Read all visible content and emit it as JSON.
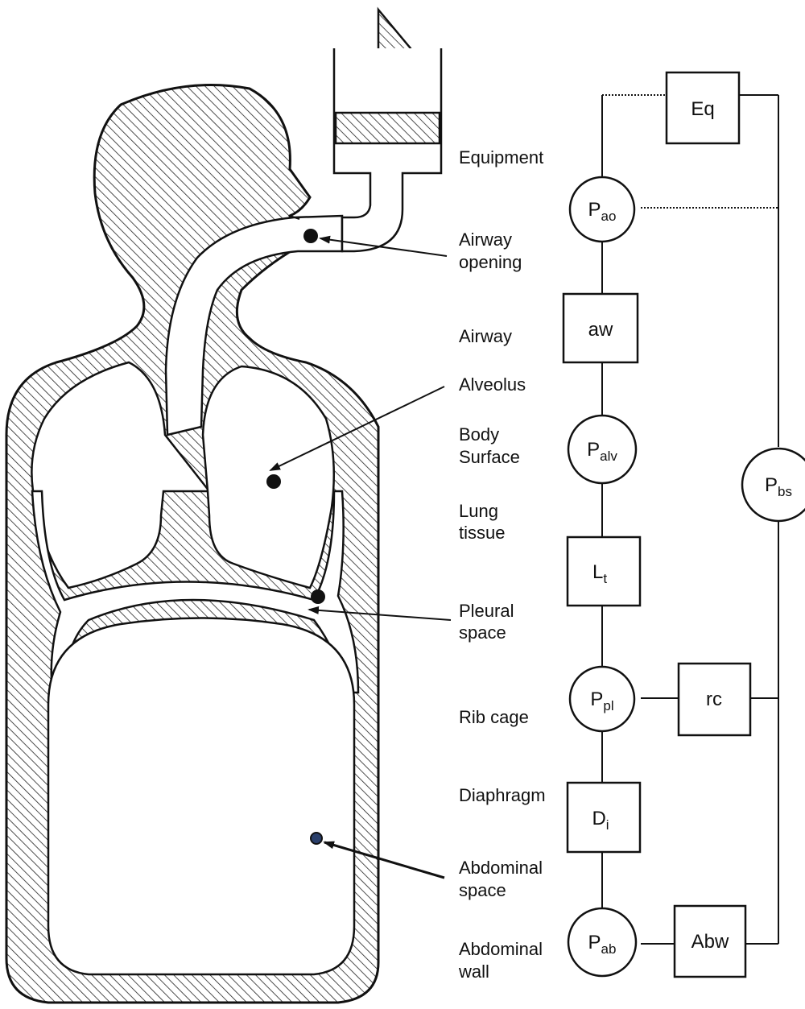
{
  "labels": {
    "equipment": "Equipment",
    "airway_opening": [
      "Airway",
      "opening"
    ],
    "airway": "Airway",
    "alveolus": "Alveolus",
    "body_surface": [
      "Body",
      "Surface"
    ],
    "lung_tissue": [
      "Lung",
      "tissue"
    ],
    "pleural_space": [
      "Pleural",
      "space"
    ],
    "rib_cage": "Rib cage",
    "diaphragm": "Diaphragm",
    "abdominal_space": [
      "Abdominal",
      "space"
    ],
    "abdominal_wall": [
      "Abdominal",
      "wall"
    ]
  },
  "nodes": {
    "eq": "Eq",
    "pao": {
      "main": "P",
      "sub": "ao"
    },
    "aw": "aw",
    "palv": {
      "main": "P",
      "sub": "alv"
    },
    "lt": {
      "main": "L",
      "sub": "t"
    },
    "ppl": {
      "main": "P",
      "sub": "pl"
    },
    "rc": "rc",
    "di": {
      "main": "D",
      "sub": "i"
    },
    "pab": {
      "main": "P",
      "sub": "ab"
    },
    "abw": "Abw",
    "pbs": {
      "main": "P",
      "sub": "bs"
    }
  },
  "colors": {
    "line": "#111111",
    "hatch": "#222222",
    "fill": "#ffffff",
    "marker_abdominal": "#2a3f6b"
  }
}
